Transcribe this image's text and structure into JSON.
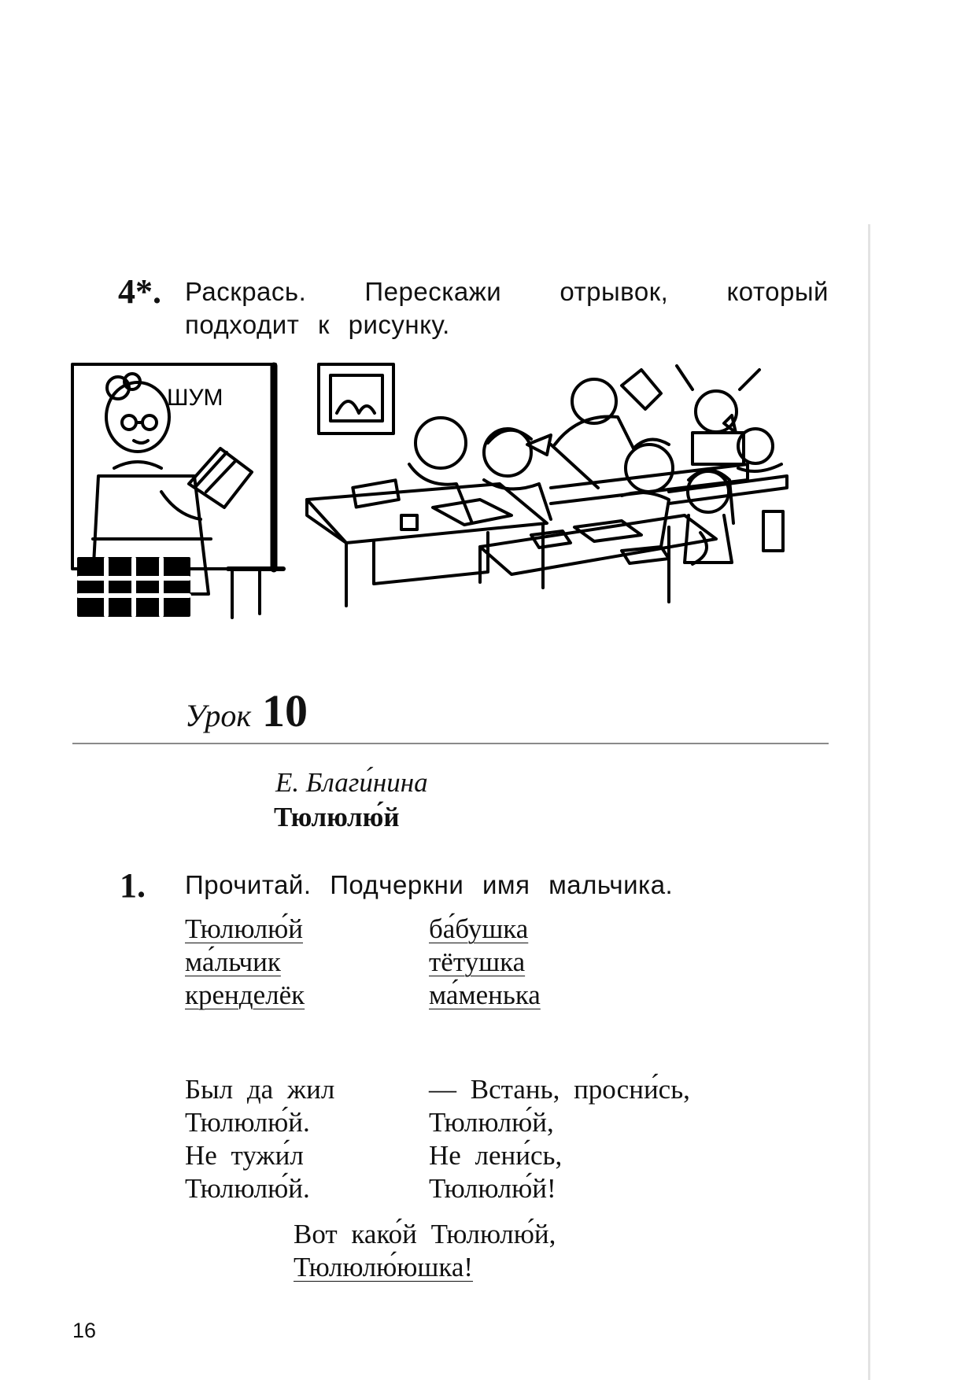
{
  "task4": {
    "number": "4*.",
    "line1": "Раскрась. Перескажи отрывок, который",
    "line2": "подходит к рисунку."
  },
  "illustration": {
    "board_text": "ШУМ"
  },
  "lesson": {
    "word": "Урок",
    "number": "10"
  },
  "author": "Е. Благи́нина",
  "title": "Тюлюлю́й",
  "task1": {
    "number": "1.",
    "text": "Прочитай. Подчеркни имя мальчика."
  },
  "words_left": [
    "Тюлюлю́й",
    "ма́льчик",
    "кренделёк"
  ],
  "words_right": [
    "ба́бушка",
    "тётушка",
    "ма́менька"
  ],
  "poem_left": [
    "Был да жил",
    "Тюлюлю́й.",
    "Не тужи́л",
    "Тюлюлю́й."
  ],
  "poem_right": [
    "— Встань, просни́сь,",
    "Тюлюлю́й,",
    "Не лени́сь,",
    "Тюлюлю́й!"
  ],
  "poem_end": [
    "Вот како́й Тюлюлю́й,",
    "Тюлюлю́юшка!"
  ],
  "page_number": "16"
}
